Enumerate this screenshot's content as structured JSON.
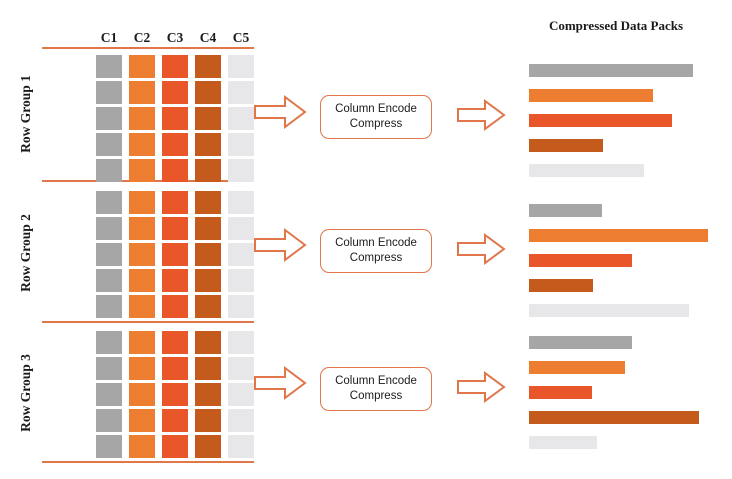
{
  "diagram": {
    "title_right": "Compressed Data Packs",
    "column_headers": [
      "C1",
      "C2",
      "C3",
      "C4",
      "C5"
    ],
    "colors": {
      "c1_gray": "#a6a6a6",
      "c2_orange": "#ed7d31",
      "c3_red_orange": "#e8562a",
      "c4_dark_orange": "#c45a1c",
      "c5_light_gray": "#e7e7e9",
      "rule_orange": "#e0764a",
      "arrow_stroke": "#e0764a",
      "text_dark": "#1b1b1b"
    },
    "process_box": {
      "line1": "Column Encode",
      "line2": "Compress"
    },
    "row_groups": [
      {
        "label": "Row Group 1",
        "rows": 5,
        "cell_colors": [
          "#a6a6a6",
          "#ed7d31",
          "#e8562a",
          "#c45a1c",
          "#e7e7e9"
        ]
      },
      {
        "label": "Row Group 2",
        "rows": 5,
        "cell_colors": [
          "#a6a6a6",
          "#ed7d31",
          "#e8562a",
          "#c45a1c",
          "#e7e7e9"
        ]
      },
      {
        "label": "Row Group 3",
        "rows": 5,
        "cell_colors": [
          "#a6a6a6",
          "#ed7d31",
          "#e8562a",
          "#c45a1c",
          "#e7e7e9"
        ]
      }
    ],
    "packs": [
      {
        "group": "Row Group 1",
        "bars": [
          {
            "column": "C1",
            "color": "#a6a6a6",
            "width": 164
          },
          {
            "column": "C2",
            "color": "#ed7d31",
            "width": 124
          },
          {
            "column": "C3",
            "color": "#e8562a",
            "width": 143
          },
          {
            "column": "C4",
            "color": "#c45a1c",
            "width": 74
          },
          {
            "column": "C5",
            "color": "#e7e7e9",
            "width": 115
          }
        ]
      },
      {
        "group": "Row Group 2",
        "bars": [
          {
            "column": "C1",
            "color": "#a6a6a6",
            "width": 73
          },
          {
            "column": "C2",
            "color": "#ed7d31",
            "width": 179
          },
          {
            "column": "C3",
            "color": "#e8562a",
            "width": 103
          },
          {
            "column": "C4",
            "color": "#c45a1c",
            "width": 64
          },
          {
            "column": "C5",
            "color": "#e7e7e9",
            "width": 160
          }
        ]
      },
      {
        "group": "Row Group 3",
        "bars": [
          {
            "column": "C1",
            "color": "#a6a6a6",
            "width": 103
          },
          {
            "column": "C2",
            "color": "#ed7d31",
            "width": 96
          },
          {
            "column": "C3",
            "color": "#e8562a",
            "width": 63
          },
          {
            "column": "C4",
            "color": "#c45a1c",
            "width": 170
          },
          {
            "column": "C5",
            "color": "#e7e7e9",
            "width": 68
          }
        ]
      }
    ]
  }
}
